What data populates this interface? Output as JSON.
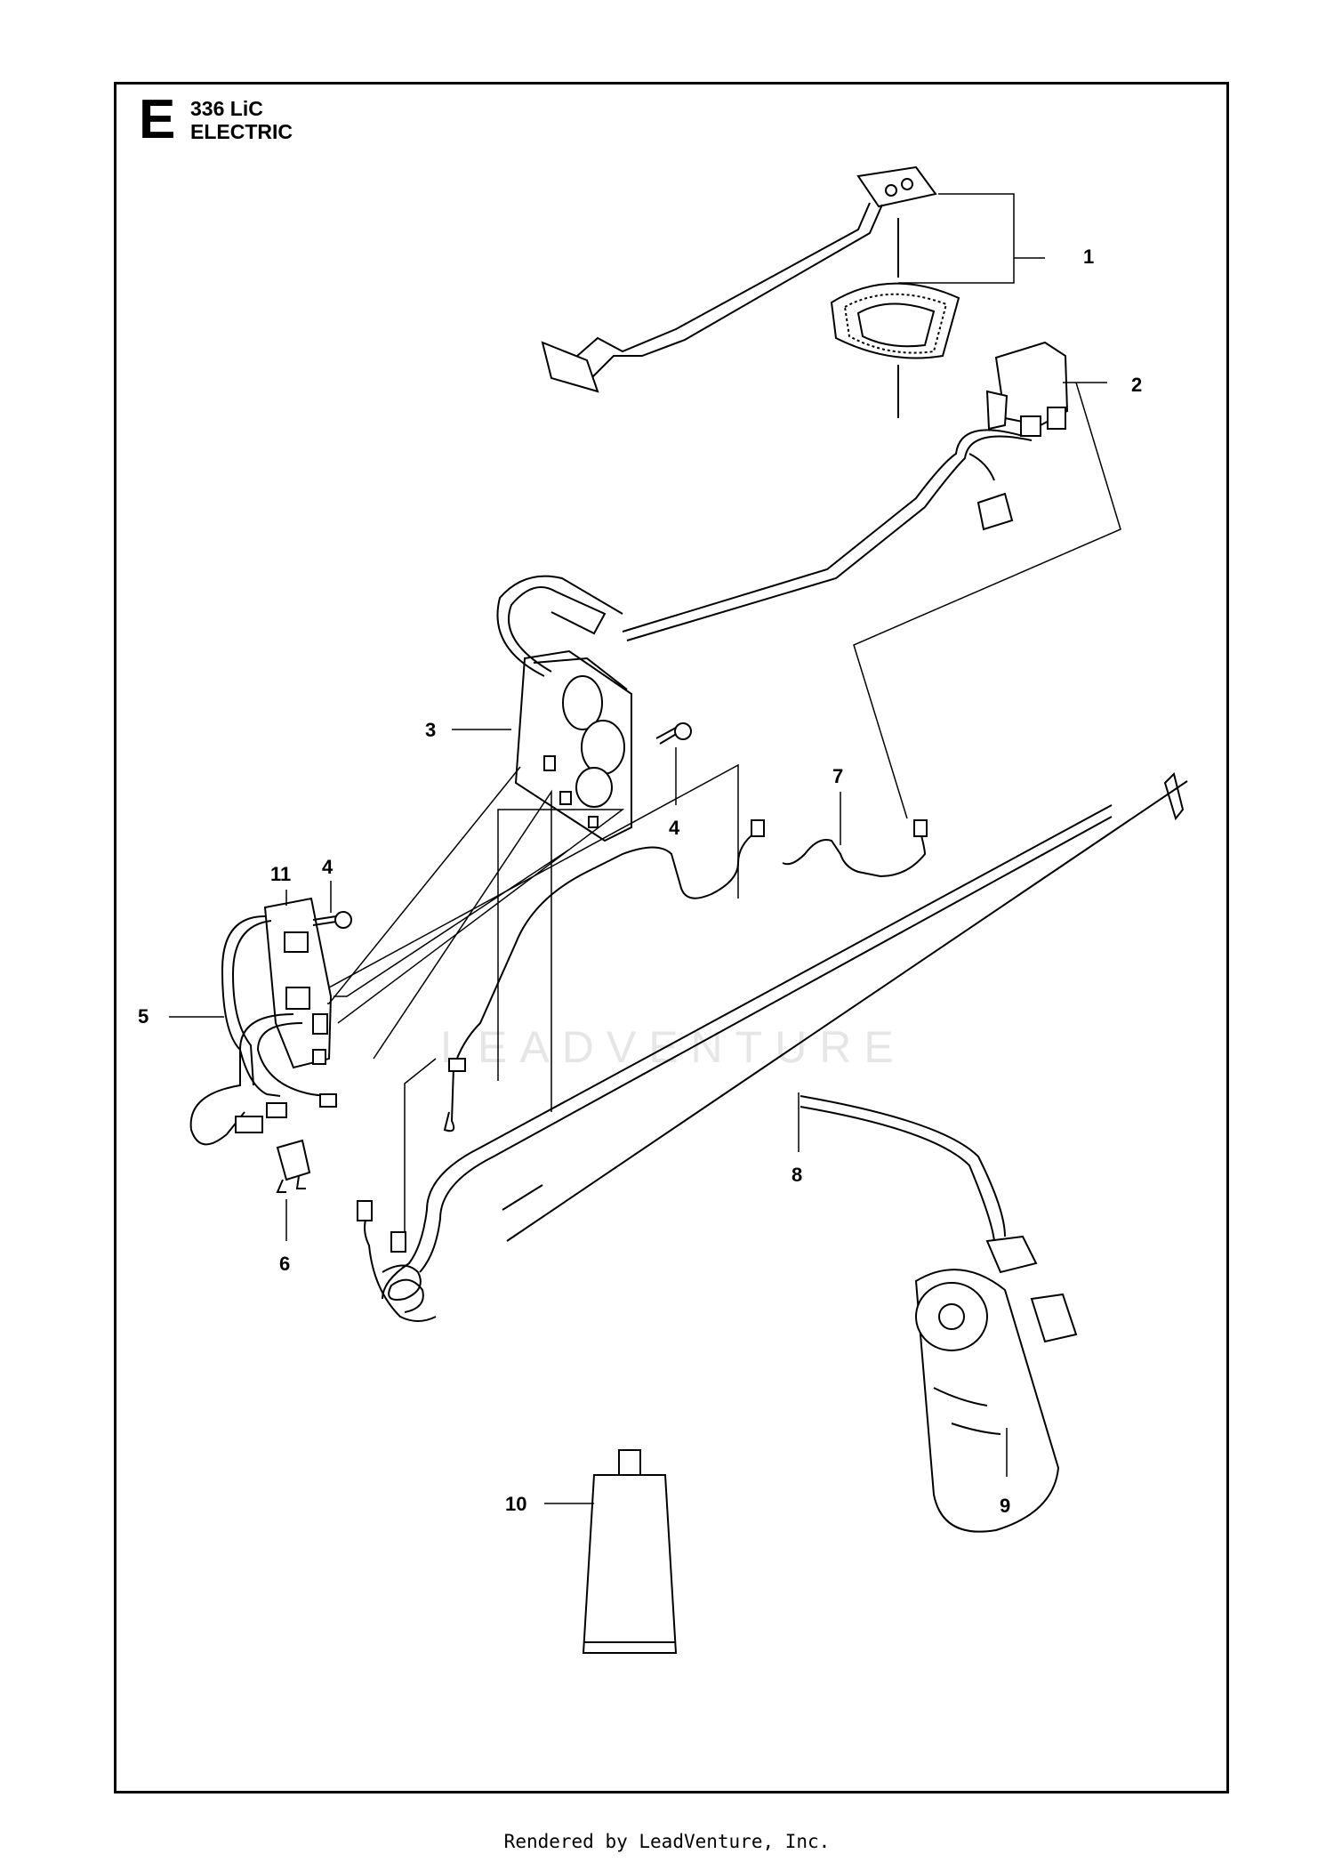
{
  "header": {
    "section_letter": "E",
    "model": "336 LiC",
    "section_name": "ELECTRIC"
  },
  "watermark": "LEADVENTURE",
  "callouts": [
    {
      "id": "1",
      "label": "1"
    },
    {
      "id": "2",
      "label": "2"
    },
    {
      "id": "3",
      "label": "3"
    },
    {
      "id": "4a",
      "label": "4"
    },
    {
      "id": "4b",
      "label": "4"
    },
    {
      "id": "5",
      "label": "5"
    },
    {
      "id": "6",
      "label": "6"
    },
    {
      "id": "7",
      "label": "7"
    },
    {
      "id": "8",
      "label": "8"
    },
    {
      "id": "9",
      "label": "9"
    },
    {
      "id": "10",
      "label": "10"
    },
    {
      "id": "11",
      "label": "11"
    }
  ],
  "footer": "Rendered by LeadVenture, Inc."
}
